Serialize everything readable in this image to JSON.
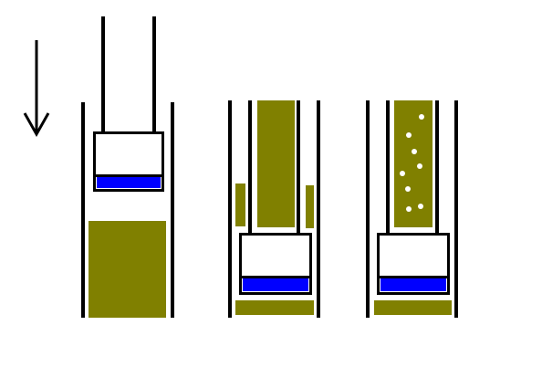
{
  "diagram": {
    "colors": {
      "background": "#ffffff",
      "outline": "#000000",
      "piston_body": "#ffffff",
      "piston_seal": "#0000ff",
      "material": "#808000",
      "bubbles": "#ffffff"
    },
    "stages": [
      {
        "id": "stage-1",
        "description_icon": "down-arrow-icon"
      },
      {
        "id": "stage-2"
      },
      {
        "id": "stage-3"
      }
    ]
  }
}
